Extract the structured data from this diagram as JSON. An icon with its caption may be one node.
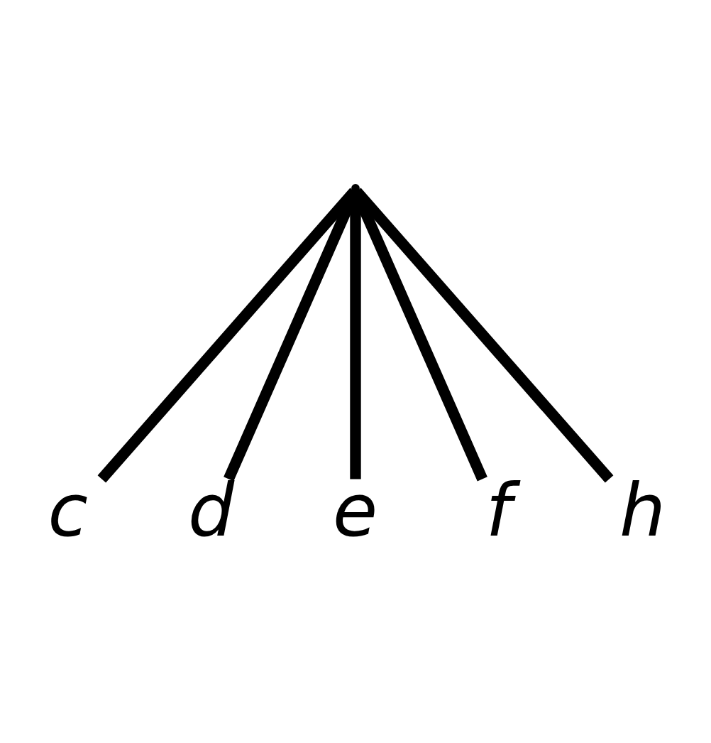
{
  "diagram": {
    "nodes": [
      {
        "text": [],
        "shape": "point"
      },
      {
        "text": [
          "c"
        ]
      },
      {
        "text": [
          "d"
        ]
      },
      {
        "text": [
          "e"
        ]
      },
      {
        "text": [
          "f"
        ]
      },
      {
        "text": [
          "h"
        ]
      }
    ],
    "edges": [
      {
        "from": 0,
        "to": 1,
        "arrow": "none"
      },
      {
        "from": 0,
        "to": 2,
        "arrow": "none"
      },
      {
        "from": 0,
        "to": 3,
        "arrow": "none"
      },
      {
        "from": 0,
        "to": 4,
        "arrow": "none"
      },
      {
        "from": 0,
        "to": 5,
        "arrow": "none"
      }
    ]
  }
}
